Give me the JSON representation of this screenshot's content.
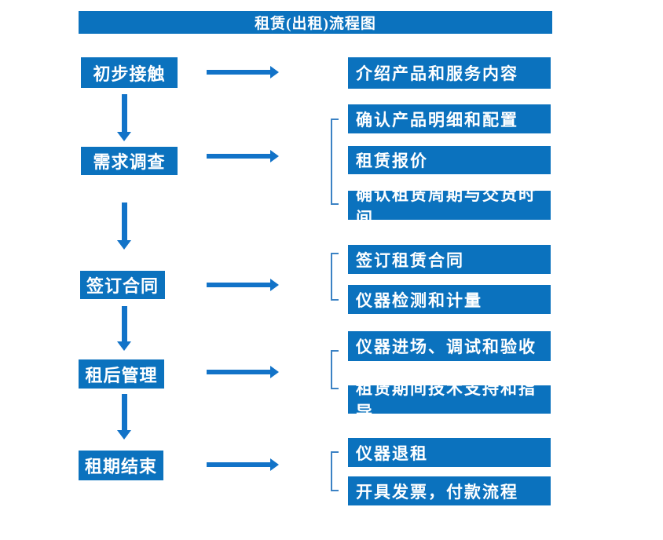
{
  "title": "租赁(出租)流程图",
  "colors": {
    "box-blue": "#0b72be",
    "arrow-blue": "#1273c8",
    "bracket-blue": "#3b82c4",
    "text-white": "#ffffff",
    "page-bg": "#ffffff"
  },
  "flow": {
    "steps": [
      {
        "label": "初步接触",
        "outputs": [
          "介绍产品和服务内容"
        ]
      },
      {
        "label": "需求调查",
        "outputs": [
          "确认产品明细和配置",
          "租赁报价",
          "确认租赁周期与交货时间"
        ]
      },
      {
        "label": "签订合同",
        "outputs": [
          "签订租赁合同",
          "仪器检测和计量"
        ]
      },
      {
        "label": "租后管理",
        "outputs": [
          "仪器进场、调试和验收",
          "租赁期间技术支持和指导"
        ]
      },
      {
        "label": "租期结束",
        "outputs": [
          "仪器退租",
          "开具发票，付款流程"
        ]
      }
    ]
  }
}
